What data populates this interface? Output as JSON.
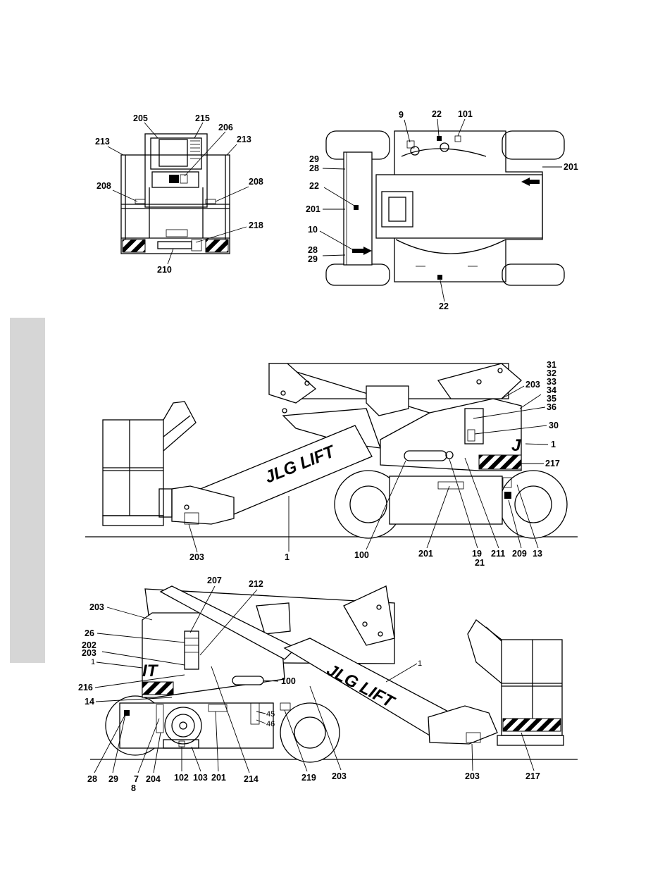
{
  "views": {
    "front": {
      "labels": [
        "205",
        "215",
        "206",
        "213",
        "213",
        "208",
        "208",
        "218",
        "210"
      ]
    },
    "top": {
      "labels": [
        "9",
        "22",
        "101",
        "29",
        "28",
        "201",
        "22",
        "201",
        "10",
        "28",
        "29",
        "22"
      ]
    },
    "side_right": {
      "brand_text": "JLG LIFT",
      "labels": [
        "31",
        "32",
        "33",
        "34",
        "35",
        "36",
        "203",
        "30",
        "1",
        "217",
        "203",
        "1",
        "100",
        "201",
        "19",
        "21",
        "211",
        "209",
        "13"
      ]
    },
    "side_left": {
      "brand_text": "JLG LIFT",
      "labels": [
        "207",
        "212",
        "203",
        "26",
        "202",
        "203",
        "1",
        "216",
        "100",
        "14",
        "1",
        "45",
        "46",
        "28",
        "29",
        "7",
        "8",
        "204",
        "102",
        "103",
        "201",
        "214",
        "219",
        "203",
        "203",
        "217"
      ]
    }
  },
  "colors": {
    "line": "#000000",
    "sidebar_tab": "#d6d6d6",
    "background": "#ffffff"
  }
}
